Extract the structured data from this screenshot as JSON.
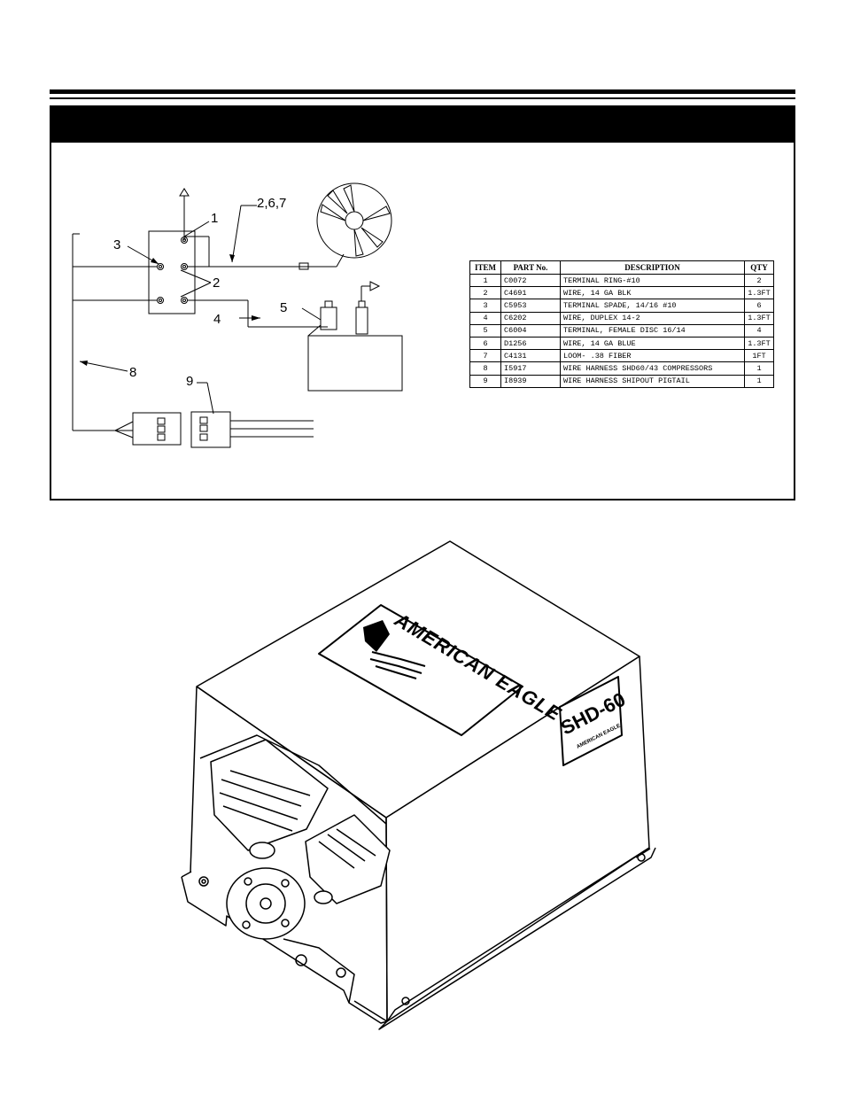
{
  "diagram": {
    "callouts": [
      "1",
      "2,6,7",
      "3",
      "2",
      "5",
      "4",
      "8",
      "9"
    ]
  },
  "parts_table": {
    "headers": [
      "ITEM",
      "PART No.",
      "DESCRIPTION",
      "QTY"
    ],
    "rows": [
      {
        "item": "1",
        "part": "C0072",
        "description": "TERMINAL RING-#10",
        "qty": "2"
      },
      {
        "item": "2",
        "part": "C4691",
        "description": "WIRE, 14 GA BLK",
        "qty": "1.3FT"
      },
      {
        "item": "3",
        "part": "C5953",
        "description": "TERMINAL SPADE, 14/16 #10",
        "qty": "6"
      },
      {
        "item": "4",
        "part": "C6202",
        "description": "WIRE, DUPLEX 14-2",
        "qty": "1.3FT"
      },
      {
        "item": "5",
        "part": "C6004",
        "description": "TERMINAL, FEMALE DISC 16/14",
        "qty": "4"
      },
      {
        "item": "6",
        "part": "D1256",
        "description": "WIRE, 14 GA BLUE",
        "qty": "1.3FT"
      },
      {
        "item": "7",
        "part": "C4131",
        "description": "LOOM- .38 FIBER",
        "qty": "1FT"
      },
      {
        "item": "8",
        "part": "I5917",
        "description": "WIRE HARNESS SHD60/43 COMPRESSORS",
        "qty": "1"
      },
      {
        "item": "9",
        "part": "I8939",
        "description": "WIRE HARNESS SHIPOUT PIGTAIL",
        "qty": "1"
      }
    ]
  },
  "product": {
    "brand_logo_text": "AMERICAN EAGLE",
    "model_label": "SHD-60",
    "model_sub_label": "AMERICAN EAGLE"
  },
  "colors": {
    "ink": "#000000",
    "paper": "#ffffff"
  }
}
